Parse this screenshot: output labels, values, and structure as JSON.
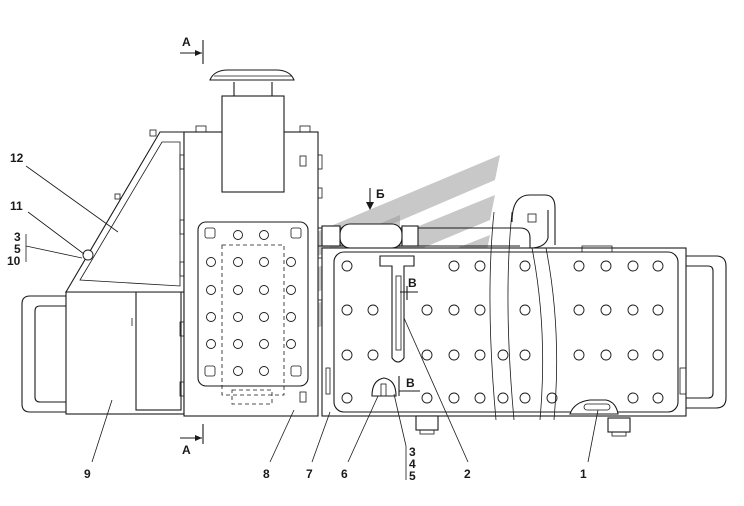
{
  "callouts": {
    "c1": "1",
    "c2": "2",
    "c6": "6",
    "c7": "7",
    "c8": "8",
    "c9": "9",
    "c11": "11",
    "c12": "12",
    "group_left": [
      "3",
      "5",
      "10"
    ],
    "group_bottom": [
      "3",
      "4",
      "5"
    ]
  },
  "section_marks": {
    "a_top": "А",
    "a_bottom": "А",
    "b": "Б",
    "v_top": "В",
    "v_bottom": "В"
  },
  "colors": {
    "line": "#1a1a1a",
    "watermark": "#9a9a9a",
    "background": "#ffffff"
  },
  "icons": {
    "watermark": "logo-watermark-icon"
  }
}
